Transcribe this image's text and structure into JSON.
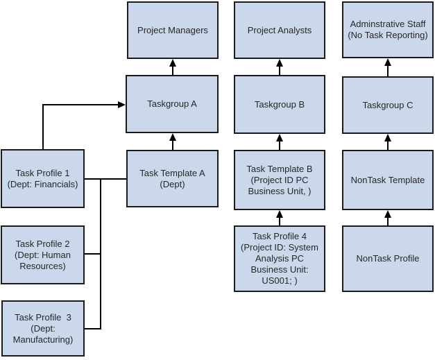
{
  "diagram": {
    "description": "Task reporting setup flow diagram",
    "colors": {
      "node_fill": "#cbd8eb",
      "node_border": "#1a1a1a",
      "connector": "#000000",
      "text": "#262626",
      "background": "#ffffff"
    },
    "nodes": {
      "project_managers": {
        "label": "Project Managers"
      },
      "project_analysts": {
        "label": "Project Analysts"
      },
      "administrative_staff": {
        "label": "Adminstrative Staff\n(No Task Reporting)"
      },
      "taskgroup_a": {
        "label": "Taskgroup A"
      },
      "taskgroup_b": {
        "label": "Taskgroup B"
      },
      "taskgroup_c": {
        "label": "Taskgroup C"
      },
      "task_profile_1": {
        "label": "Task Profile 1\n(Dept: Financials)"
      },
      "task_template_a": {
        "label": "Task Template A\n(Dept)"
      },
      "task_template_b": {
        "label": "Task Template B\n(Project ID PC\nBusiness Unit, )"
      },
      "nontask_template": {
        "label": "NonTask Template"
      },
      "task_profile_2": {
        "label": "Task Profile 2\n(Dept: Human\nResources)"
      },
      "task_profile_4": {
        "label": "Task Profile 4\n(Project ID: System\nAnalysis PC\nBusiness Unit:\nUS001; )"
      },
      "nontask_profile": {
        "label": "NonTask Profile"
      },
      "task_profile_3": {
        "label": "Task Profile  3\n(Dept:\nManufacturing)"
      }
    },
    "edges": [
      {
        "from": "task-profile-1",
        "to": "taskgroup-a",
        "style": "arrow"
      },
      {
        "from": "task-template-a",
        "to": "taskgroup-a",
        "style": "arrow"
      },
      {
        "from": "taskgroup-a",
        "to": "project-managers",
        "style": "arrow"
      },
      {
        "from": "task-profile-1",
        "to": "task-template-a",
        "style": "line"
      },
      {
        "from": "task-profile-2",
        "to": "task-template-a",
        "style": "line"
      },
      {
        "from": "task-profile-3",
        "to": "task-template-a",
        "style": "line"
      },
      {
        "from": "task-profile-4",
        "to": "task-template-b",
        "style": "arrow"
      },
      {
        "from": "task-template-b",
        "to": "taskgroup-b",
        "style": "arrow"
      },
      {
        "from": "taskgroup-b",
        "to": "project-analysts",
        "style": "arrow"
      },
      {
        "from": "nontask-profile",
        "to": "nontask-template",
        "style": "arrow"
      },
      {
        "from": "nontask-template",
        "to": "taskgroup-c",
        "style": "arrow"
      },
      {
        "from": "taskgroup-c",
        "to": "administrative-staff",
        "style": "arrow"
      }
    ]
  }
}
